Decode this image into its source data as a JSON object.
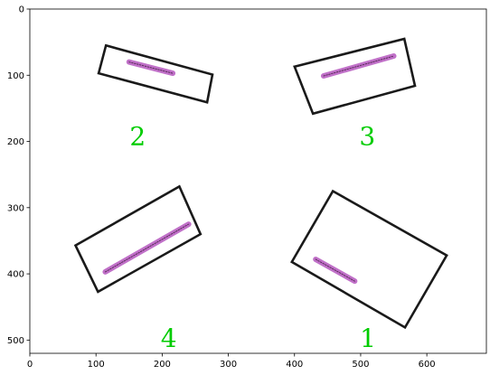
{
  "chart_data": {
    "type": "scatter",
    "title": "",
    "xlabel": "",
    "ylabel": "",
    "xlim": [
      0,
      690
    ],
    "ylim": [
      520,
      0
    ],
    "y_inverted": true,
    "grid": false,
    "xticks": [
      0,
      100,
      200,
      300,
      400,
      500,
      600
    ],
    "yticks": [
      0,
      100,
      200,
      300,
      400,
      500
    ],
    "xtick_labels": [
      "0",
      "100",
      "200",
      "300",
      "400",
      "500",
      "600"
    ],
    "ytick_labels": [
      "0",
      "100",
      "200",
      "300",
      "400",
      "500"
    ],
    "colors": {
      "rectangle": "#1a1a1a",
      "line": "#c070c8",
      "line_core": "#5a2a5a",
      "annotation": "#00cc00"
    },
    "rectangles": [
      {
        "label": "1",
        "corners": [
          [
            458,
            275
          ],
          [
            630,
            372
          ],
          [
            567,
            481
          ],
          [
            396,
            382
          ]
        ]
      },
      {
        "label": "2",
        "corners": [
          [
            115,
            55
          ],
          [
            276,
            99
          ],
          [
            268,
            141
          ],
          [
            104,
            97
          ]
        ]
      },
      {
        "label": "3",
        "corners": [
          [
            400,
            87
          ],
          [
            566,
            45
          ],
          [
            582,
            116
          ],
          [
            428,
            158
          ]
        ]
      },
      {
        "label": "4",
        "corners": [
          [
            69,
            357
          ],
          [
            226,
            268
          ],
          [
            258,
            340
          ],
          [
            103,
            427
          ]
        ]
      }
    ],
    "lines": [
      {
        "label": "1",
        "from": [
          432,
          378
        ],
        "to": [
          491,
          411
        ]
      },
      {
        "label": "2",
        "from": [
          150,
          80
        ],
        "to": [
          216,
          97
        ]
      },
      {
        "label": "3",
        "from": [
          444,
          101
        ],
        "to": [
          550,
          71
        ]
      },
      {
        "label": "4",
        "from": [
          114,
          397
        ],
        "to": [
          240,
          325
        ]
      }
    ],
    "annotations": [
      {
        "text": "1",
        "x": 511,
        "y": 500
      },
      {
        "text": "2",
        "x": 163,
        "y": 195
      },
      {
        "text": "3",
        "x": 510,
        "y": 195
      },
      {
        "text": "4",
        "x": 210,
        "y": 500
      }
    ]
  }
}
